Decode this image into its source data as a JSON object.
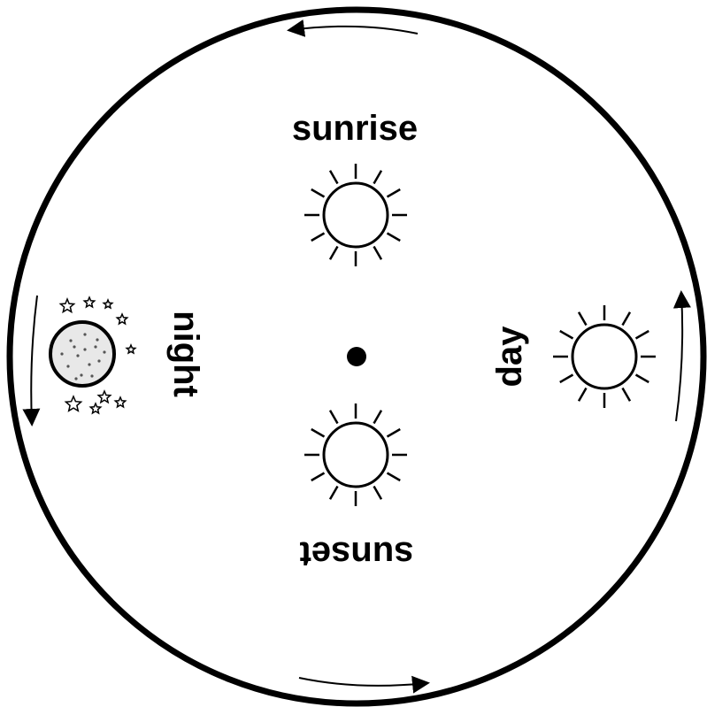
{
  "labels": {
    "sunrise": "sunrise",
    "day": "day",
    "sunset": "sunset",
    "night": "night"
  },
  "icons": {
    "sunrise": "sun-icon",
    "day": "sun-icon",
    "sunset": "sun-icon",
    "night": "moon-icon",
    "stars": "star-icon",
    "center": "center-pin-icon",
    "arrows": "arrow-icon"
  },
  "colors": {
    "ink": "#000000",
    "background": "#ffffff"
  }
}
